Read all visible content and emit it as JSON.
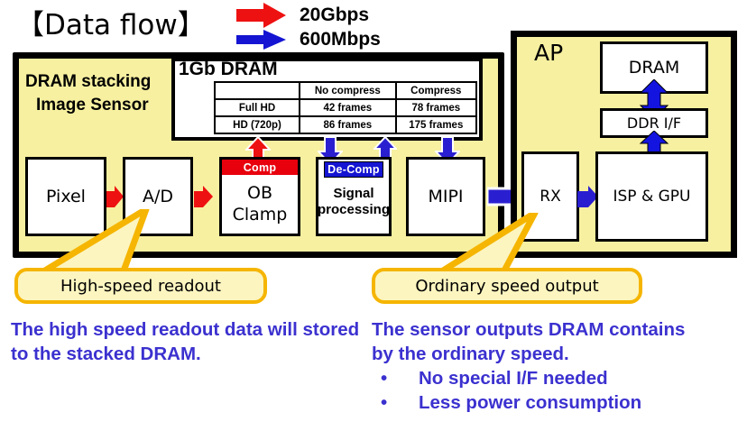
{
  "legend": {
    "title": "【Data flow】",
    "fast": {
      "label": "20Gbps",
      "color": "#ee1111",
      "icon": "red-right-arrow"
    },
    "slow": {
      "label": "600Mbps",
      "color": "#1414d2",
      "icon": "blue-right-arrow"
    }
  },
  "sensor": {
    "name_line1": "DRAM stacking",
    "name_line2": "Image Sensor",
    "fill_color": "#f7f0a0",
    "dram_panel": {
      "title": "1Gb DRAM",
      "table": {
        "columns": [
          "",
          "No compress",
          "Compress"
        ],
        "rows": [
          {
            "label": "Full HD",
            "no_compress": "42 frames",
            "compress": "78 frames"
          },
          {
            "label": "HD (720p)",
            "no_compress": "86 frames",
            "compress": "175 frames"
          }
        ]
      }
    },
    "blocks": [
      {
        "id": "pixel",
        "label": "Pixel"
      },
      {
        "id": "ad",
        "label": "A/D"
      },
      {
        "id": "ob_clamp",
        "label": "OB\nClamp",
        "badge": "Comp",
        "badge_color": "#e8000d"
      },
      {
        "id": "signal_processing",
        "label": "Signal\nprocessing",
        "badge": "De-Comp",
        "badge_color": "#1414d2"
      },
      {
        "id": "mipi",
        "label": "MIPI"
      }
    ]
  },
  "ap": {
    "label": "AP",
    "fill_color": "#f7f0a0",
    "blocks": [
      {
        "id": "ap_dram",
        "label": "DRAM"
      },
      {
        "id": "ddr_if",
        "label": "DDR I/F"
      },
      {
        "id": "rx",
        "label": "RX"
      },
      {
        "id": "isp_gpu",
        "label": "ISP & GPU"
      }
    ]
  },
  "callouts": {
    "left": "High-speed readout",
    "right": "Ordinary speed output"
  },
  "captions": {
    "left": "The high speed readout data will stored to the stacked DRAM.",
    "right_line1": "The sensor outputs DRAM contains",
    "right_line2": "by the ordinary speed.",
    "bullets": [
      {
        "marker": "•",
        "text": "No special I/F needed"
      },
      {
        "marker": "•",
        "text": "Less power consumption"
      }
    ]
  },
  "colors": {
    "accent_yellow": "#f7f0a0",
    "callout_border": "#f5b500",
    "caption_blue": "#3b31cf",
    "arrow_red": "#ee1111",
    "arrow_blue": "#2a1fd0"
  }
}
